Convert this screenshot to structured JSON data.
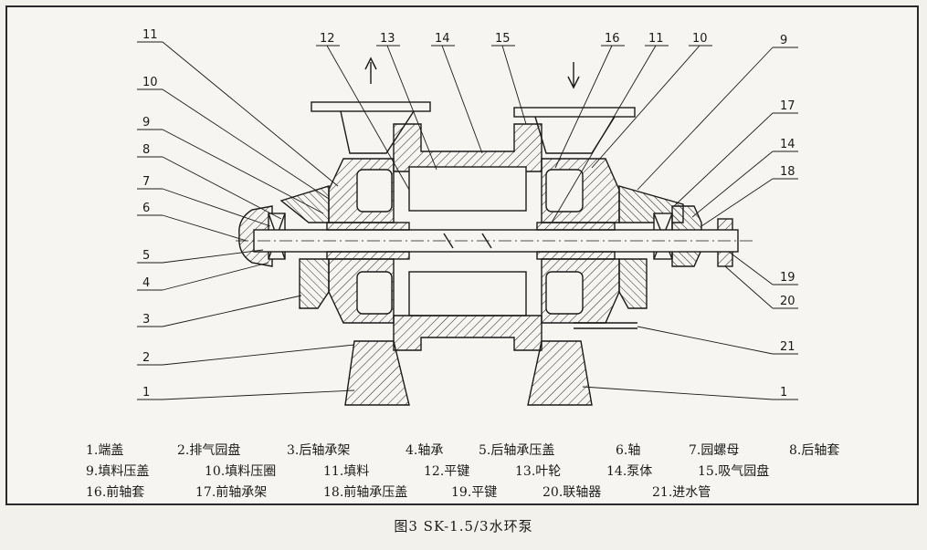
{
  "callouts_left": [
    "11",
    "10",
    "9",
    "8",
    "7",
    "6",
    "5",
    "4",
    "3",
    "2",
    "1"
  ],
  "callouts_top": [
    "12",
    "13",
    "14",
    "15",
    "16",
    "11",
    "10"
  ],
  "callouts_right": [
    "9",
    "17",
    "14",
    "18",
    "19",
    "20",
    "21",
    "1"
  ],
  "legend": [
    [
      "1.端盖",
      "2.排气园盘",
      "3.后轴承架",
      "4.轴承",
      "5.后轴承压盖",
      "6.轴",
      "7.园螺母",
      "8.后轴套"
    ],
    [
      "9.填料压盖",
      "10.填料压圈",
      "11.填料",
      "12.平键",
      "13.叶轮",
      "14.泵体",
      "15.吸气园盘"
    ],
    [
      "16.前轴套",
      "17.前轴承架",
      "18.前轴承压盖",
      "19.平键",
      "20.联轴器",
      "21.进水管"
    ]
  ],
  "caption": "图3  SK-1.5/3水环泵"
}
